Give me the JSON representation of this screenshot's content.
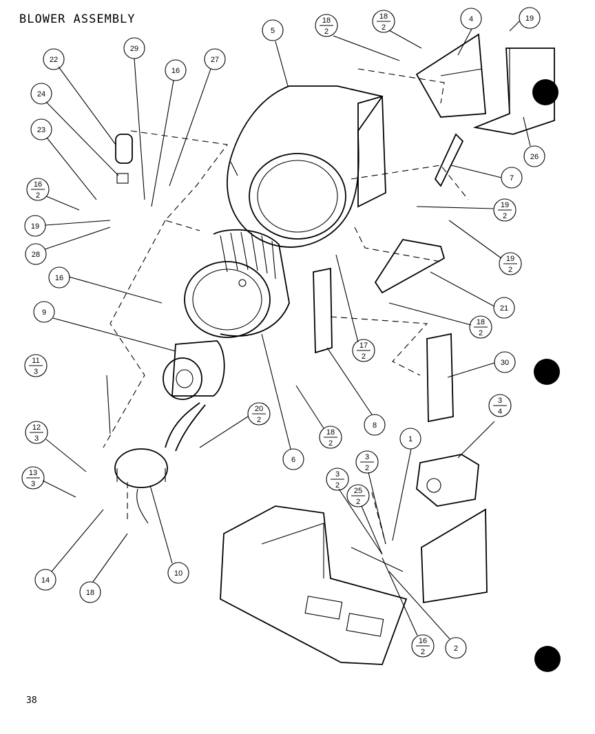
{
  "title": "BLOWER ASSEMBLY",
  "page_number": "38",
  "callouts": [
    {
      "id": "c-22",
      "label": "22"
    },
    {
      "id": "c-24",
      "label": "24"
    },
    {
      "id": "c-23",
      "label": "23"
    },
    {
      "id": "c-16-2a",
      "num": "16",
      "den": "2"
    },
    {
      "id": "c-19a",
      "label": "19"
    },
    {
      "id": "c-28",
      "label": "28"
    },
    {
      "id": "c-29",
      "label": "29"
    },
    {
      "id": "c-16a",
      "label": "16"
    },
    {
      "id": "c-27",
      "label": "27"
    },
    {
      "id": "c-5",
      "label": "5"
    },
    {
      "id": "c-18-2a",
      "num": "18",
      "den": "2"
    },
    {
      "id": "c-18-2b",
      "num": "18",
      "den": "2"
    },
    {
      "id": "c-4",
      "label": "4"
    },
    {
      "id": "c-19b",
      "label": "19"
    },
    {
      "id": "c-26",
      "label": "26"
    },
    {
      "id": "c-7",
      "label": "7"
    },
    {
      "id": "c-19-2a",
      "num": "19",
      "den": "2"
    },
    {
      "id": "c-19-2b",
      "num": "19",
      "den": "2"
    },
    {
      "id": "c-21",
      "label": "21"
    },
    {
      "id": "c-18-2c",
      "num": "18",
      "den": "2"
    },
    {
      "id": "c-16b",
      "label": "16"
    },
    {
      "id": "c-9",
      "label": "9"
    },
    {
      "id": "c-17-2",
      "num": "17",
      "den": "2"
    },
    {
      "id": "c-30",
      "label": "30"
    },
    {
      "id": "c-11-3",
      "num": "11",
      "den": "3"
    },
    {
      "id": "c-20-2",
      "num": "20",
      "den": "2"
    },
    {
      "id": "c-18-2d",
      "num": "18",
      "den": "2"
    },
    {
      "id": "c-8",
      "label": "8"
    },
    {
      "id": "c-6",
      "label": "6"
    },
    {
      "id": "c-3-4",
      "num": "3",
      "den": "4"
    },
    {
      "id": "c-12-3",
      "num": "12",
      "den": "3"
    },
    {
      "id": "c-13-3",
      "num": "13",
      "den": "3"
    },
    {
      "id": "c-3-2a",
      "num": "3",
      "den": "2"
    },
    {
      "id": "c-1",
      "label": "1"
    },
    {
      "id": "c-3-2b",
      "num": "3",
      "den": "2"
    },
    {
      "id": "c-25-2",
      "num": "25",
      "den": "2"
    },
    {
      "id": "c-14",
      "label": "14"
    },
    {
      "id": "c-18a",
      "label": "18"
    },
    {
      "id": "c-10",
      "label": "10"
    },
    {
      "id": "c-16-2b",
      "num": "16",
      "den": "2"
    },
    {
      "id": "c-2",
      "label": "2"
    }
  ]
}
